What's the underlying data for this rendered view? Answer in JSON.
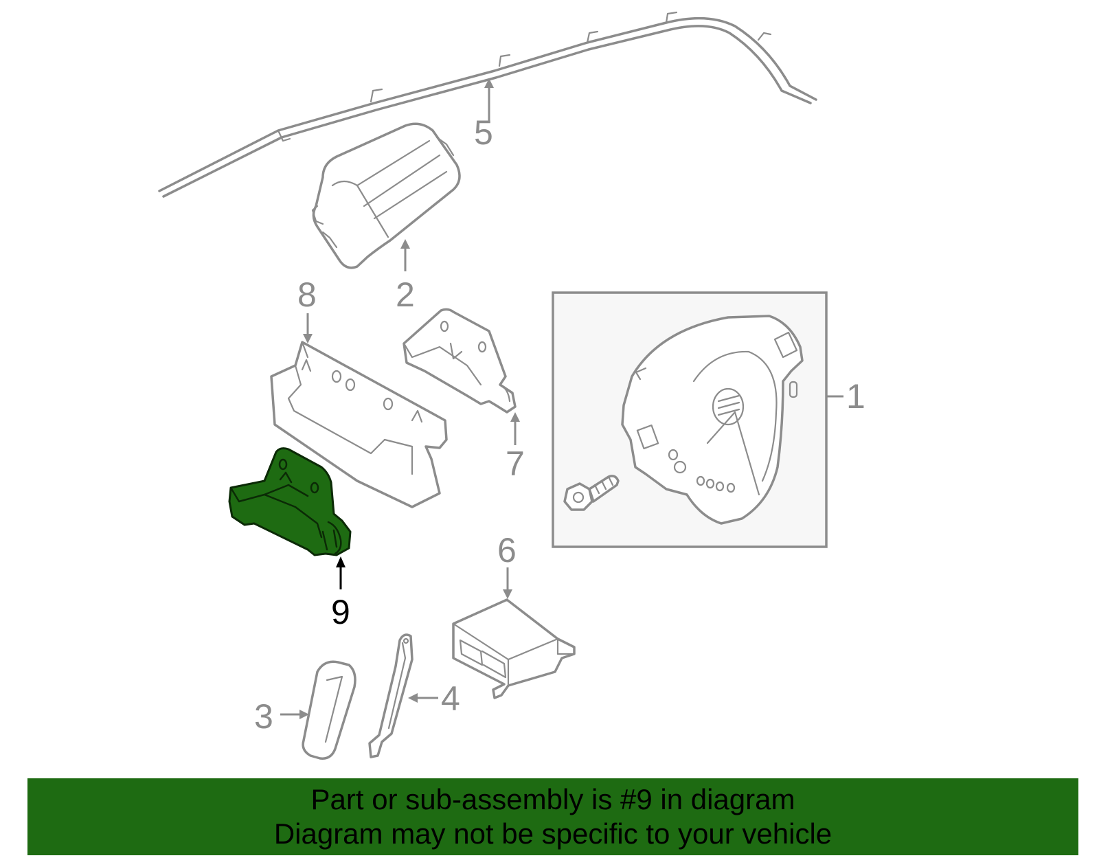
{
  "callouts": {
    "c1": "1",
    "c2": "2",
    "c3": "3",
    "c4": "4",
    "c5": "5",
    "c6": "6",
    "c7": "7",
    "c8": "8",
    "c9": "9"
  },
  "highlighted_part": "9",
  "colors": {
    "highlight": "#1e6b12",
    "line": "#8c8c8c",
    "banner": "#1e6b12"
  },
  "banner": {
    "line1": "Part or sub-assembly is #9 in diagram",
    "line2": "Diagram may not be specific to your vehicle"
  }
}
